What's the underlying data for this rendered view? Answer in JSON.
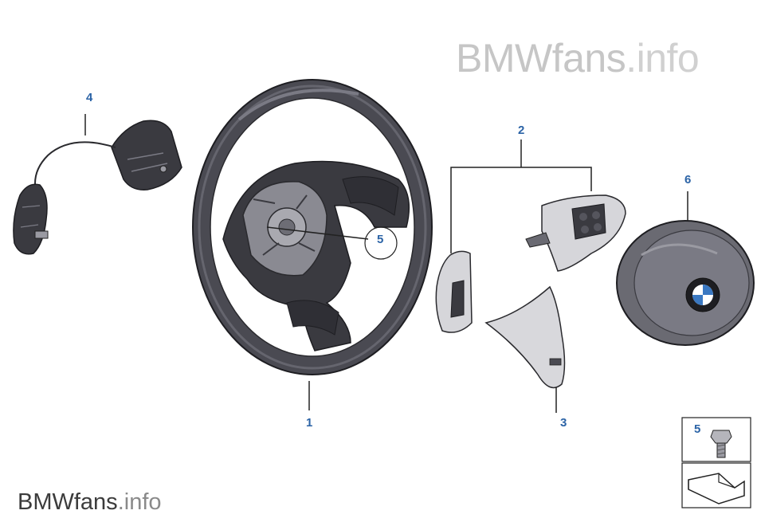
{
  "watermark": {
    "top_main": "BMWfans",
    "top_suffix": ".info",
    "bottom_main": "BMWfans",
    "bottom_suffix": ".info"
  },
  "callouts": {
    "steering_wheel": "1",
    "multifunction_switches": "2",
    "trim_cover": "3",
    "paddle_shifter": "4",
    "screw_on_wheel": "5",
    "airbag_module": "6",
    "screw_legend": "5"
  },
  "colors": {
    "callout_text": "#2b63a6",
    "wheel_dark": "#3e3e44",
    "wheel_rim": "#5a5a62",
    "silver_trim": "#cfcfd4",
    "watermark": "#c6c6c6"
  },
  "icons": [
    "steering-wheel",
    "switch-block",
    "trim-cover",
    "paddle-shifter",
    "screw",
    "airbag",
    "bmw-logo",
    "wedge-symbol"
  ]
}
